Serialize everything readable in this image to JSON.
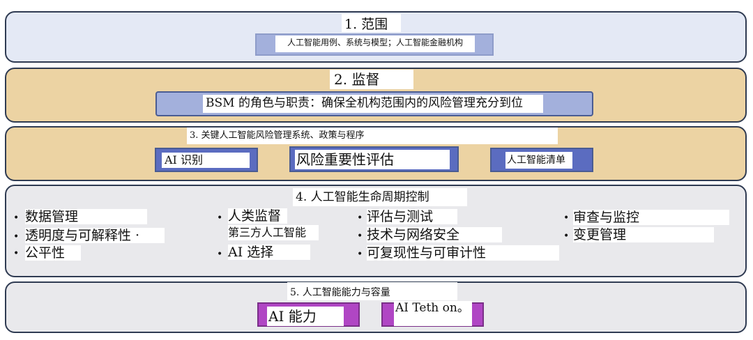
{
  "sections": {
    "scope": {
      "title": "1. 范围",
      "bar": "人工智能用例、系统与模型；人工智能金融机构"
    },
    "oversight": {
      "title": "2. 监督",
      "bar": "BSM 的角色与职责：确保全机构范围内的风险管理充分到位"
    },
    "systems": {
      "title": "3. 关键人工智能风险管理系统、政策与程序",
      "pills": [
        "AI 识别",
        "风险重要性评估",
        "人工智能清单"
      ]
    },
    "lifecycle": {
      "title": "4. 人工智能生命周期控制",
      "col1": [
        "数据管理",
        "透明度与可解释性 ·",
        "公平性"
      ],
      "col2": [
        "人类监督",
        "第三方人工智能",
        "AI 选择"
      ],
      "col3": [
        "评估与测试",
        "技术与网络安全",
        "可复现性与可审计性"
      ],
      "col4": [
        "审查与监控",
        "变更管理"
      ]
    },
    "capability": {
      "title": "5. 人工智能能力与容量",
      "pills": [
        "AI 能力",
        "AI Teth on。"
      ]
    }
  },
  "colors": {
    "blue_band": "#e4e9f5",
    "tan_band": "#ecd3a3",
    "gray_band": "#e9e9ec",
    "blue_bar": "#a3b0dc",
    "purple_pill": "#b046c4"
  }
}
